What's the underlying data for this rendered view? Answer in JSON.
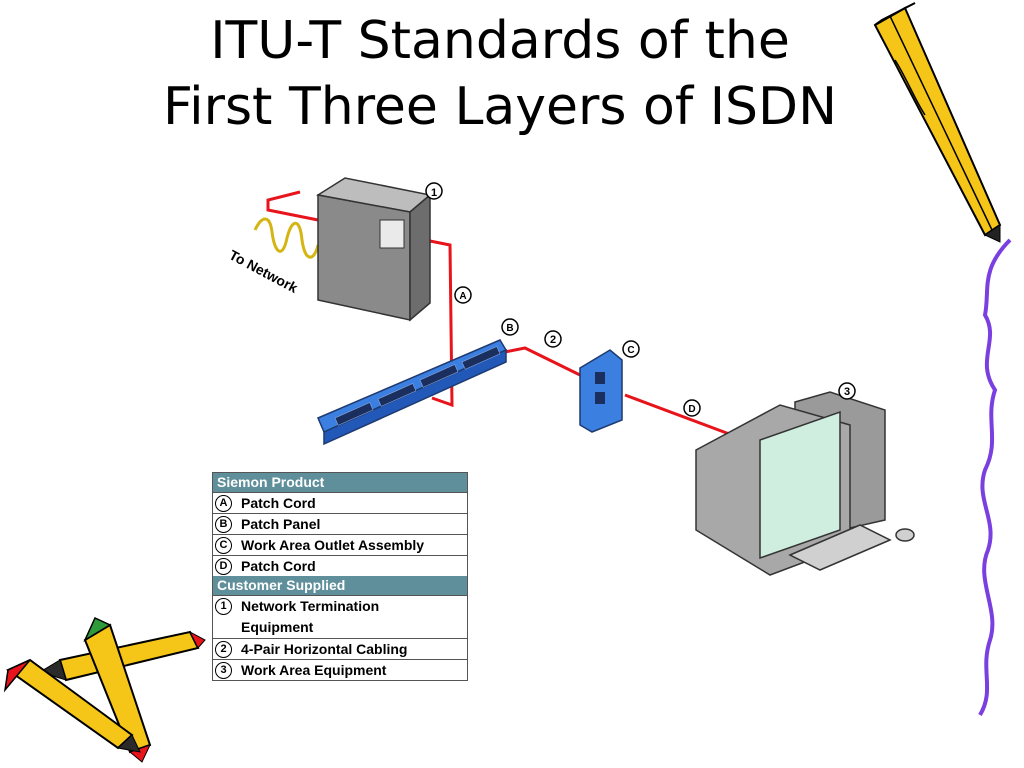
{
  "title": {
    "line1": "ITU-T Standards of the",
    "line2": "First Three Layers of ISDN"
  },
  "diagram": {
    "network_label": "To Network",
    "markers": {
      "m1": "1",
      "m2": "2",
      "m3": "3",
      "mA": "A",
      "mB": "B",
      "mC": "C",
      "mD": "D"
    }
  },
  "legend": {
    "section1": "Siemon Product",
    "items1": [
      {
        "marker": "A",
        "label": "Patch Cord"
      },
      {
        "marker": "B",
        "label": "Patch Panel"
      },
      {
        "marker": "C",
        "label": "Work Area Outlet Assembly"
      },
      {
        "marker": "D",
        "label": "Patch Cord"
      }
    ],
    "section2": "Customer Supplied",
    "items2": [
      {
        "marker": "1",
        "label": "Network Termination Equipment"
      },
      {
        "marker": "2",
        "label": "4-Pair Horizontal Cabling"
      },
      {
        "marker": "3",
        "label": "Work Area Equipment"
      }
    ]
  },
  "colors": {
    "cable": "#e8141b",
    "panel": "#2f6fcf",
    "header": "#5f8f9a",
    "pencil_yellow": "#f5c518",
    "pencil_purple": "#7a3fe0"
  }
}
